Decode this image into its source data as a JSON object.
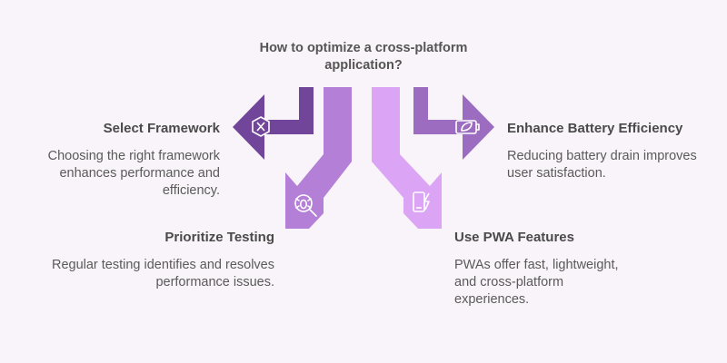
{
  "title": "How to optimize a cross-platform application?",
  "colors": {
    "background": "#f9f4f9",
    "select_framework": "#71459a",
    "prioritize_testing": "#b47fd6",
    "use_pwa": "#dca4f4",
    "enhance_battery": "#9b6cc0"
  },
  "items": [
    {
      "heading": "Select Framework",
      "description": "Choosing the right framework enhances performance and efficiency.",
      "icon": "framework-icon"
    },
    {
      "heading": "Prioritize Testing",
      "description": "Regular testing identifies and resolves performance issues.",
      "icon": "bug-search-icon"
    },
    {
      "heading": "Use PWA Features",
      "description": "PWAs offer fast, lightweight, and cross-platform experiences.",
      "icon": "mobile-flash-icon"
    },
    {
      "heading": "Enhance Battery Efficiency",
      "description": "Reducing battery drain improves user satisfaction.",
      "icon": "eco-battery-icon"
    }
  ]
}
